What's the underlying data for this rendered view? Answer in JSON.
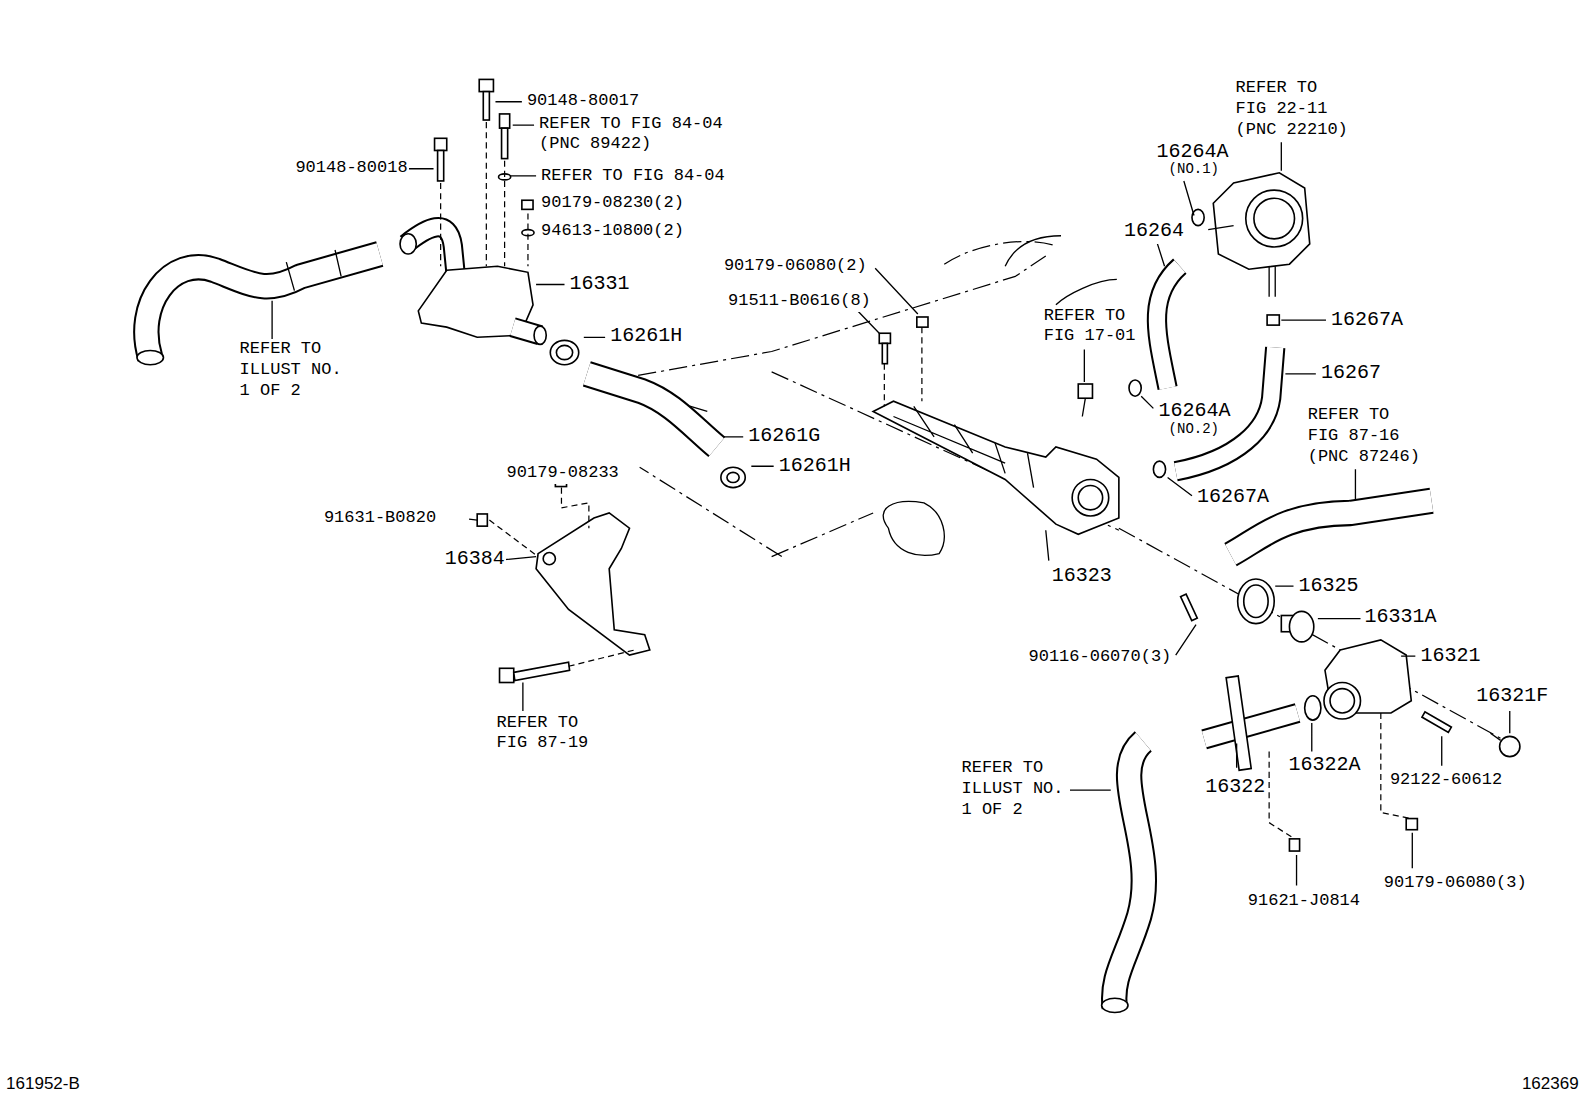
{
  "diagram": {
    "labels": [
      "90148-80017",
      "REFER TO FIG 84-04 (PNC 89422)",
      "REFER TO FIG 84-04",
      "90179-08230(2)",
      "94613-10800(2)",
      "90148-80018",
      "16331",
      "16261H",
      "REFER TO ILLUST NO. 1 OF 2",
      "90179-06080(2)",
      "91511-B0616(8)",
      "16261G",
      "16261H",
      "90179-08233",
      "91631-B0820",
      "16384",
      "REFER TO FIG 87-19",
      "REFER TO FIG 22-11 (PNC 22210)",
      "16264A",
      "(NO.1)",
      "16264",
      "16267A",
      "16267",
      "REFER TO FIG 17-01",
      "16264A",
      "(NO.2)",
      "REFER TO FIG 87-16 (PNC 87246)",
      "16267A",
      "16323",
      "16325",
      "16331A",
      "16321",
      "90116-06070(3)",
      "16321F",
      "16322A",
      "16322",
      "92122-60612",
      "REFER TO ILLUST NO. 1 OF 2",
      "91621-J0814",
      "90179-06080(3)",
      "161952-B",
      "162369"
    ]
  }
}
